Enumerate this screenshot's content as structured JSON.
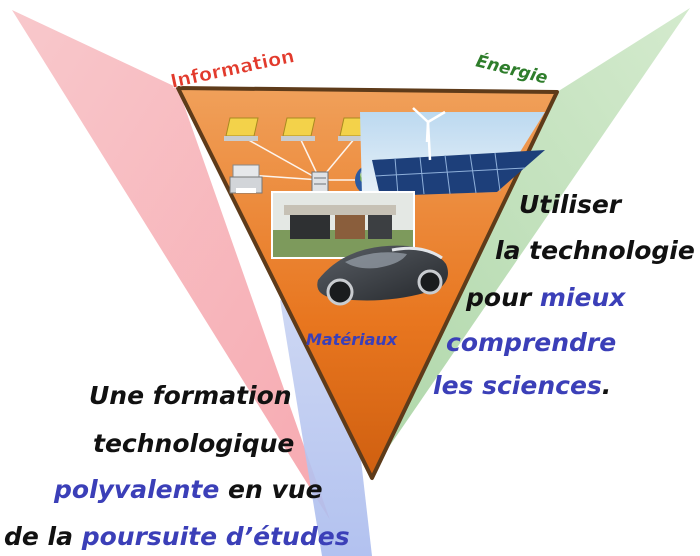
{
  "domains": {
    "information": "Information",
    "energie": "Énergie",
    "materiaux": "Matériaux"
  },
  "right_text": {
    "line1": "Utiliser",
    "line2": "la technologie",
    "line3_a": "pour ",
    "line3_b": "mieux",
    "line4": "comprendre",
    "line5_a": "les sciences",
    "line5_b": "."
  },
  "left_text": {
    "line1": "Une formation",
    "line2": "technologique",
    "line3_a": "polyvalente",
    "line3_b": " en vue",
    "line4_a": "de la ",
    "line4_b": "poursuite d’études"
  },
  "colors": {
    "information": "#f06f7a",
    "energie": "#5fb35f",
    "materiaux": "#7f96e0",
    "core": "#e8761f",
    "black_text": "#111111",
    "blue_text": "#3b3fb8"
  },
  "icons": [
    "laptop-icon",
    "laptop-icon",
    "laptop-icon",
    "printer-icon",
    "server-icon",
    "globe-icon",
    "solar-panel-icon",
    "wind-turbine-icon",
    "house-icon",
    "concept-car-icon"
  ]
}
